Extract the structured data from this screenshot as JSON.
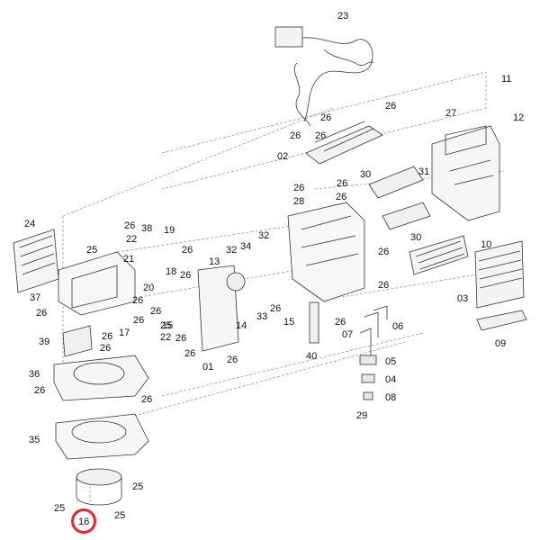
{
  "highlight_color": "#e8262d",
  "highlighted_label": "16",
  "callouts": [
    {
      "id": "c23",
      "text": "23"
    },
    {
      "id": "c11",
      "text": "11"
    },
    {
      "id": "c12",
      "text": "12"
    },
    {
      "id": "c26a",
      "text": "26"
    },
    {
      "id": "c26b",
      "text": "26"
    },
    {
      "id": "c26c",
      "text": "26"
    },
    {
      "id": "c26d",
      "text": "26"
    },
    {
      "id": "c27",
      "text": "27"
    },
    {
      "id": "c02",
      "text": "02"
    },
    {
      "id": "c30a",
      "text": "30"
    },
    {
      "id": "c31",
      "text": "31"
    },
    {
      "id": "c30b",
      "text": "30"
    },
    {
      "id": "c28",
      "text": "28"
    },
    {
      "id": "c26e",
      "text": "26"
    },
    {
      "id": "c26f",
      "text": "26"
    },
    {
      "id": "c26g",
      "text": "26"
    },
    {
      "id": "c10",
      "text": "10"
    },
    {
      "id": "c24",
      "text": "24"
    },
    {
      "id": "c26h",
      "text": "26"
    },
    {
      "id": "c38",
      "text": "38"
    },
    {
      "id": "c22a",
      "text": "22"
    },
    {
      "id": "c19",
      "text": "19"
    },
    {
      "id": "c26i",
      "text": "26"
    },
    {
      "id": "c25a",
      "text": "25"
    },
    {
      "id": "c34",
      "text": "34"
    },
    {
      "id": "c32a",
      "text": "32"
    },
    {
      "id": "c32b",
      "text": "32"
    },
    {
      "id": "c21",
      "text": "21"
    },
    {
      "id": "c18",
      "text": "18"
    },
    {
      "id": "c13",
      "text": "13"
    },
    {
      "id": "c26j",
      "text": "26"
    },
    {
      "id": "c26k",
      "text": "26"
    },
    {
      "id": "c37",
      "text": "37"
    },
    {
      "id": "c26l",
      "text": "26"
    },
    {
      "id": "c20",
      "text": "20"
    },
    {
      "id": "c26m",
      "text": "26"
    },
    {
      "id": "c26n",
      "text": "26"
    },
    {
      "id": "c03",
      "text": "03"
    },
    {
      "id": "c26o",
      "text": "26"
    },
    {
      "id": "c15a",
      "text": "15"
    },
    {
      "id": "c33",
      "text": "33"
    },
    {
      "id": "c14",
      "text": "14"
    },
    {
      "id": "c26p",
      "text": "26"
    },
    {
      "id": "c15b",
      "text": "15"
    },
    {
      "id": "c06",
      "text": "06"
    },
    {
      "id": "c26q",
      "text": "26"
    },
    {
      "id": "c07",
      "text": "07"
    },
    {
      "id": "c09",
      "text": "09"
    },
    {
      "id": "c39",
      "text": "39"
    },
    {
      "id": "c26r",
      "text": "26"
    },
    {
      "id": "c17",
      "text": "17"
    },
    {
      "id": "c25b",
      "text": "25"
    },
    {
      "id": "c22b",
      "text": "22"
    },
    {
      "id": "c26s",
      "text": "26"
    },
    {
      "id": "c26t",
      "text": "26"
    },
    {
      "id": "c26u",
      "text": "26"
    },
    {
      "id": "c26v",
      "text": "26"
    },
    {
      "id": "c40",
      "text": "40"
    },
    {
      "id": "c01",
      "text": "01"
    },
    {
      "id": "c26w",
      "text": "26"
    },
    {
      "id": "c05",
      "text": "05"
    },
    {
      "id": "c36",
      "text": "36"
    },
    {
      "id": "c04",
      "text": "04"
    },
    {
      "id": "c26x",
      "text": "26"
    },
    {
      "id": "c26y",
      "text": "26"
    },
    {
      "id": "c08",
      "text": "08"
    },
    {
      "id": "c29",
      "text": "29"
    },
    {
      "id": "c35",
      "text": "35"
    },
    {
      "id": "c25c",
      "text": "25"
    },
    {
      "id": "c25d",
      "text": "25"
    },
    {
      "id": "c25e",
      "text": "25"
    }
  ]
}
